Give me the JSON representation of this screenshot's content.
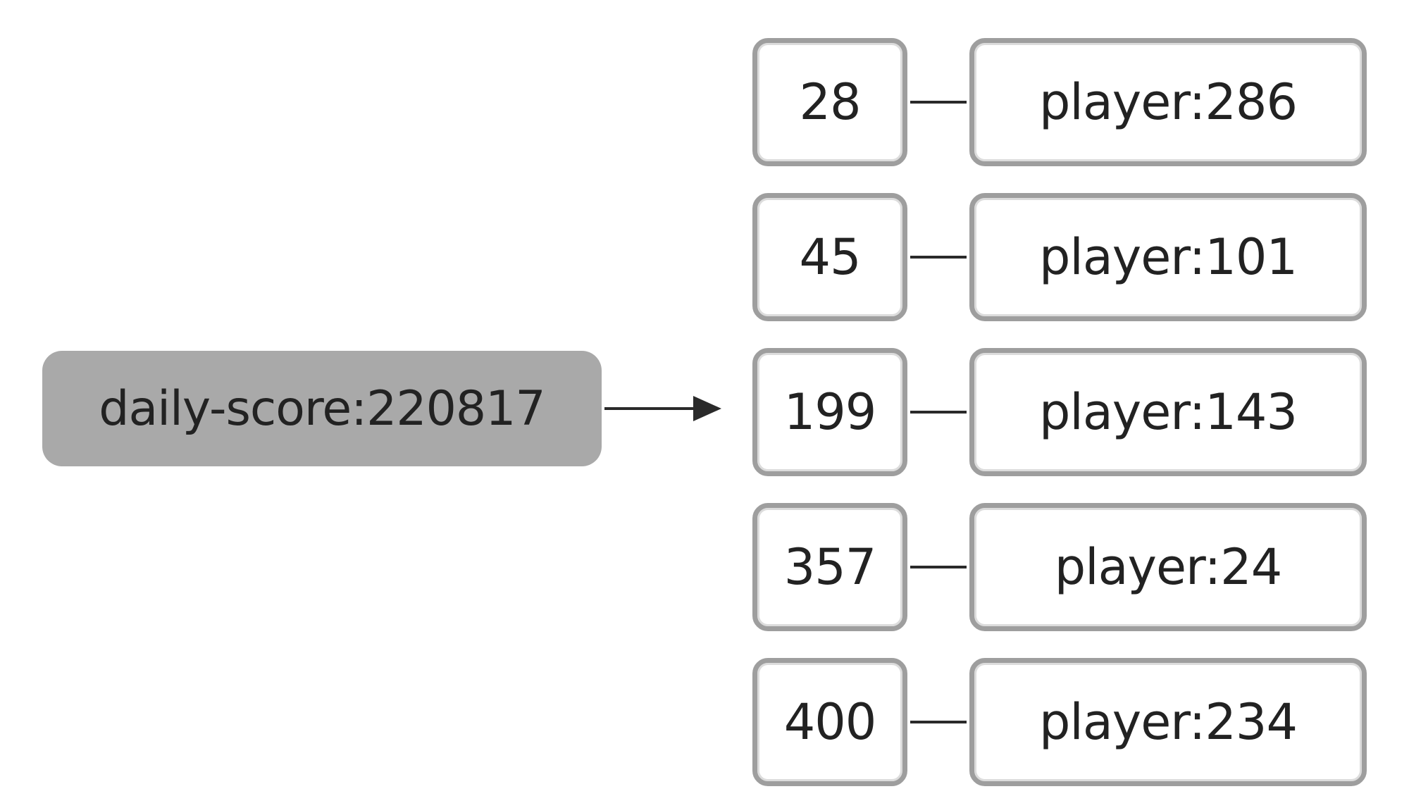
{
  "key": "daily-score:220817",
  "entries": [
    {
      "score": "28",
      "member": "player:286"
    },
    {
      "score": "45",
      "member": "player:101"
    },
    {
      "score": "199",
      "member": "player:143"
    },
    {
      "score": "357",
      "member": "player:24"
    },
    {
      "score": "400",
      "member": "player:234"
    }
  ]
}
